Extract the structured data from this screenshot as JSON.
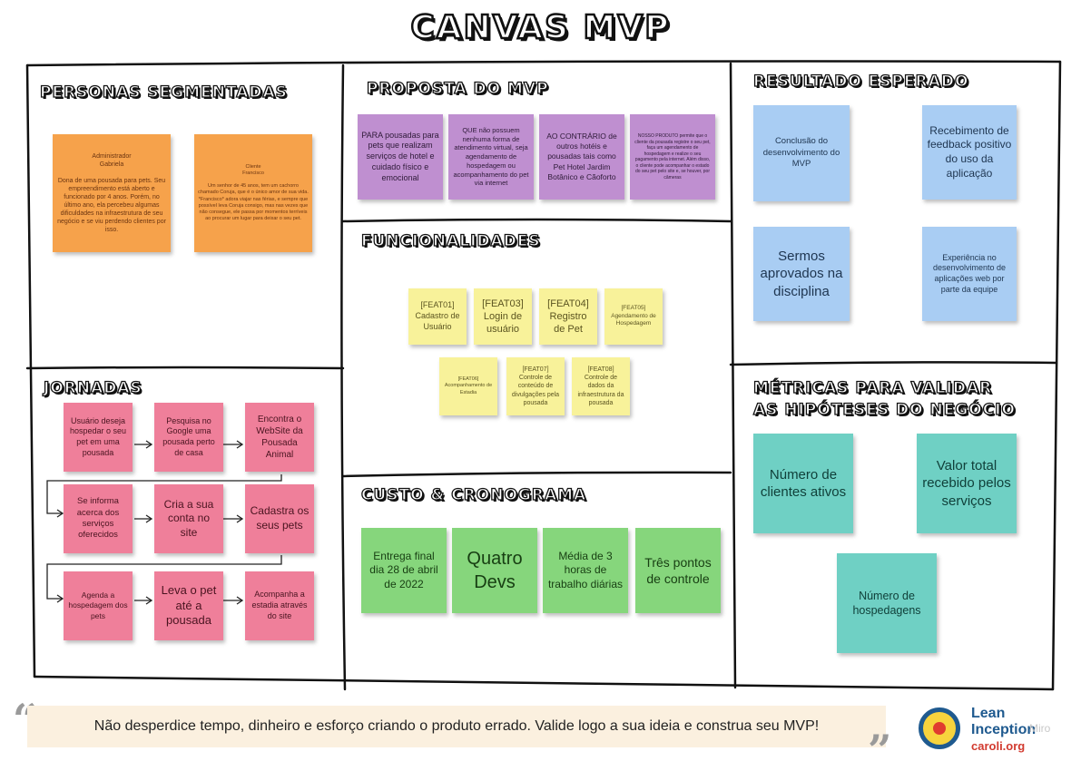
{
  "title": "CANVAS MVP",
  "sections": {
    "personas": "PERSONAS SEGMENTADAS",
    "proposta": "PROPOSTA DO MVP",
    "resultado": "RESULTADO ESPERADO",
    "funcionalidades": "FUNCIONALIDADES",
    "jornadas": "JORNADAS",
    "custo": "CUSTO & CRONOGRAMA",
    "metricas": "MÉTRICAS PARA VALIDAR\nAS HIPÓTESES DO NEGÓCIO"
  },
  "personas": [
    {
      "text": "Administrador\nGabriela\n\nDona de uma pousada para pets. Seu empreendimento está aberto e funcionado por 4 anos. Porém, no último ano, ela percebeu algumas dificuldades na infraestrutura de seu negócio e se viu perdendo clientes por isso.",
      "color": "#f6a24b"
    },
    {
      "text": "Cliente\nFrancisco\n\nUm senhor de 45 anos, tem um cachorro chamado Coruja, que é o único amor de sua vida. *Francisco* adora viajar nas férias, e sempre que possível leva Coruja consigo, mas nas vezes que não consegue, ele passa por momentos terríveis ao procurar um lugar para deixar o seu pet.",
      "color": "#f6a24b"
    }
  ],
  "proposta": [
    "PARA pousadas para pets que realizam serviços de hotel e cuidado físico e emocional",
    "QUE não possuem nenhuma forma de atendimento virtual, seja agendamento de hospedagem ou acompanhamento do pet via internet",
    "AO CONTRÁRIO de outros hotéis e pousadas tais como Pet Hotel Jardim Botânico e Cãoforto",
    "NOSSO PRODUTO permite que o cliente da pousada registre o seu pet, faça um agendamento de hospedagem e realize o seu pagamento pela internet. Além disso, o cliente pode acompanhar o estado do seu pet pelo site e, se houver, por câmeras"
  ],
  "resultado": [
    "Conclusão do desenvolvimento do MVP",
    "Recebimento de feedback positivo do uso da aplicação",
    "Sermos aprovados na disciplina",
    "Experiência no desenvolvimento de aplicações web por parte da equipe"
  ],
  "funcionalidades": [
    "[FEAT01]\nCadastro de Usuário",
    "[FEAT03]\nLogin de usuário",
    "[FEAT04]\nRegistro de Pet",
    "[FEAT05]\nAgendamento de Hospedagem",
    "[FEAT06]\nAcompanhamento de Estadia",
    "[FEAT07]\nControle de conteúdo de divulgações pela pousada",
    "[FEAT08]\nControle de dados da infraestrutura da pousada"
  ],
  "jornadas": [
    "Usuário deseja hospedar o seu pet em uma pousada",
    "Pesquisa no Google uma pousada perto de casa",
    "Encontra o WebSite da Pousada Animal",
    "Se informa acerca dos serviços oferecidos",
    "Cria a sua conta no site",
    "Cadastra os seus pets",
    "Agenda a hospedagem dos pets",
    "Leva o pet até a pousada",
    "Acompanha a estadia através do site"
  ],
  "custo": [
    "Entrega final dia 28 de abril de 2022",
    "Quatro Devs",
    "Média de 3 horas de trabalho diárias",
    "Três pontos de controle"
  ],
  "metricas": [
    "Número de clientes ativos",
    "Valor total recebido pelos serviços",
    "Número de hospedagens"
  ],
  "footer": {
    "quote_open": "“",
    "quote_close": "”",
    "message": "Não desperdice tempo, dinheiro e esforço criando o produto errado. Valide logo a sua ideia e construa seu MVP!"
  },
  "logo": {
    "line1": "Lean",
    "line2": "Inception",
    "url": "caroli.org",
    "faint": "Miro"
  }
}
